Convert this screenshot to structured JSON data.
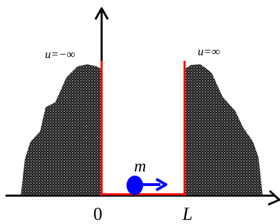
{
  "labels": {
    "left_potential": "u=−∞",
    "right_potential": "u=∞",
    "particle": "m",
    "origin_tick": "0",
    "width_tick": "L"
  },
  "colors": {
    "background": "#ffffff",
    "axes": "#000000",
    "well_walls": "#ff0000",
    "particle": "#0000ff",
    "barrier_fill": "#1a1a1a",
    "barrier_dots": "#ffffff"
  },
  "icons": {
    "particle": "filled-circle",
    "velocity": "arrow-right"
  }
}
